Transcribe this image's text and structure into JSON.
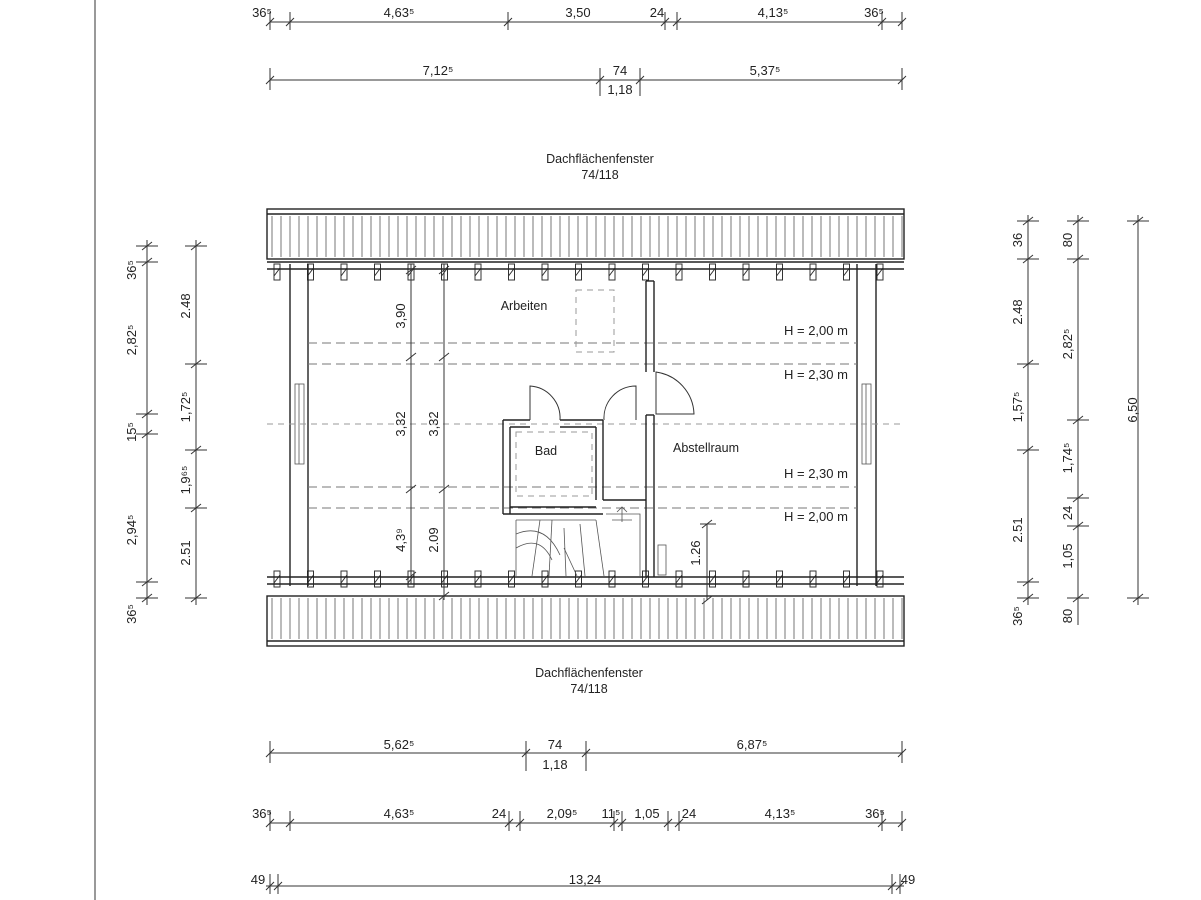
{
  "top_chain_1": [
    "36⁵",
    "4,63⁵",
    "3,50",
    "24",
    "4,13⁵",
    "36⁵"
  ],
  "top_chain_2": [
    "7,12⁵",
    "74",
    "1,18",
    "5,37⁵"
  ],
  "window_top": {
    "title": "Dachflächenfenster",
    "size": "74/118"
  },
  "window_bottom": {
    "title": "Dachflächenfenster",
    "size": "74/118"
  },
  "rooms": {
    "arbeiten": "Arbeiten",
    "bad": "Bad",
    "abstellraum": "Abstellraum"
  },
  "heights": [
    "H = 2,00 m",
    "H = 2,30 m",
    "H = 2,30 m",
    "H = 2,00 m"
  ],
  "left_chain_outer": [
    "36⁵",
    "2,82⁵",
    "15⁵",
    "2,94⁵",
    "36⁵"
  ],
  "left_chain_inner": [
    "2.48",
    "1,72⁵",
    "1,9⁶⁵",
    "2.51"
  ],
  "inner_dims": [
    "3,90",
    "3,32",
    "4,3⁹",
    "3,32",
    "2.09",
    "1.26"
  ],
  "right_chain_1": [
    "36",
    "2.48",
    "1,57⁵",
    "2.51",
    "36⁵"
  ],
  "right_chain_2": [
    "80",
    "2,82⁵",
    "1,74⁵",
    "24",
    "1,05",
    "80"
  ],
  "right_total": "6,50",
  "bottom_chain_1": [
    "5,62⁵",
    "74",
    "1,18",
    "6,87⁵"
  ],
  "bottom_chain_2": [
    "36⁵",
    "4,63⁵",
    "24",
    "2,09⁵",
    "11⁵",
    "1,05",
    "24",
    "4,13⁵",
    "36⁵"
  ],
  "bottom_total": {
    "left": "49",
    "middle": "13,24",
    "right": "49"
  }
}
